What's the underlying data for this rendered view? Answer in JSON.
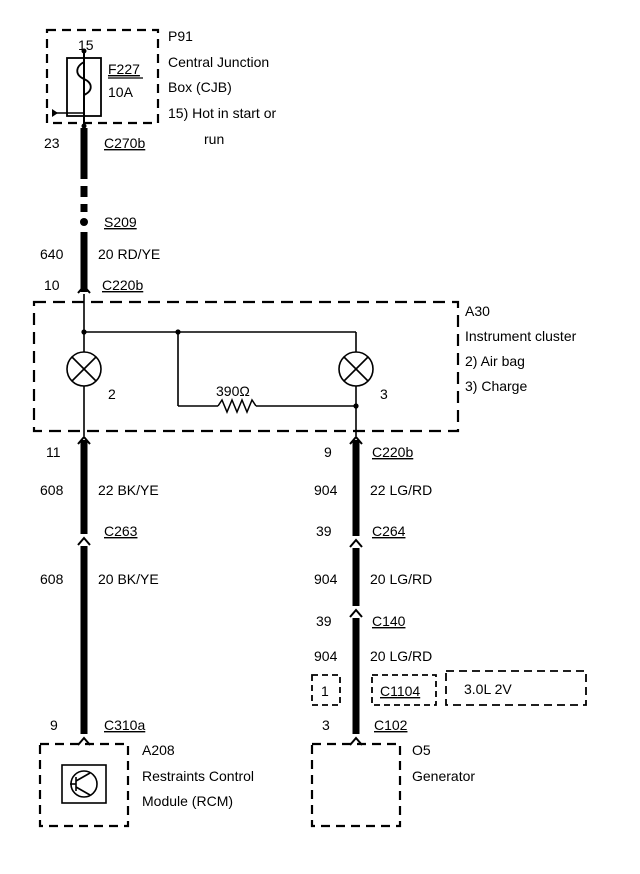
{
  "p91": {
    "ref": "P91",
    "name_1": "Central Junction",
    "name_2": "Box (CJB)",
    "note_1": "15)  Hot in start or",
    "note_2": "run",
    "pin": "15",
    "fuse_id": "F227",
    "fuse_rating": "10A"
  },
  "upper_wire": {
    "pin_c270b": "23",
    "conn_c270b": "C270b",
    "splice": "S209",
    "circuit": "640",
    "gauge_color": "20 RD/YE",
    "pin_c220b": "10",
    "conn_c220b": "C220b"
  },
  "a30": {
    "ref": "A30",
    "name": "Instrument cluster",
    "note_2": "2)    Air bag",
    "note_3": "3)    Charge",
    "lamp_2": "2",
    "lamp_3": "3",
    "resistor": "390Ω"
  },
  "left_wire": {
    "pin_c220b": "11",
    "circuit_1": "608",
    "gauge_color_1": "22 BK/YE",
    "conn_c263": "C263",
    "circuit_2": "608",
    "gauge_color_2": "20 BK/YE",
    "pin_c310a": "9",
    "conn_c310a": "C310a"
  },
  "right_wire": {
    "pin_c220b": "9",
    "conn_c220b": "C220b",
    "circuit_1": "904",
    "gauge_color_1": "22 LG/RD",
    "pin_c264": "39",
    "conn_c264": "C264",
    "circuit_2": "904",
    "gauge_color_2": "20 LG/RD",
    "pin_c140": "39",
    "conn_c140": "C140",
    "circuit_3": "904",
    "gauge_color_3": "20 LG/RD",
    "option_num": "1",
    "conn_c1104": "C1104",
    "engine": "3.0L 2V",
    "pin_c102": "3",
    "conn_c102": "C102"
  },
  "a208": {
    "ref": "A208",
    "name_1": "Restraints Control",
    "name_2": "Module (RCM)"
  },
  "o5": {
    "ref": "O5",
    "name": "Generator"
  }
}
